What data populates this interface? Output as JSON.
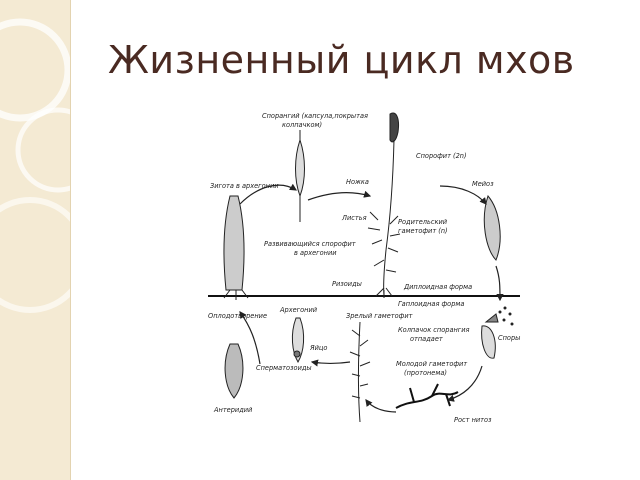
{
  "slide": {
    "title": "Жизненный цикл мхов"
  },
  "colors": {
    "title": "#4a2a22",
    "strip": "#f4ead3",
    "ink": "#222222"
  },
  "diagram": {
    "labels": {
      "sporangium_1": "Спорангий (капсула,покрытая",
      "sporangium_2": "колпачком)",
      "sporophyte": "Спорофит (2n)",
      "zygote": "Зигота в архегонии",
      "stalk": "Ножка",
      "meiosis": "Мейоз",
      "leaves": "Листья",
      "parent_gam_1": "Родительский",
      "parent_gam_2": "гаметофит (n)",
      "dev_spor_1": "Развивающийся спорофит",
      "dev_spor_2": "в архегонии",
      "rhizoids": "Ризоиды",
      "diploid": "Диплоидная форма",
      "haploid": "Гаплоидная форма",
      "fertilization": "Оплодотворение",
      "archegonium": "Архегоний",
      "mature_gam": "Зрелый гаметофит",
      "cap_1": "Колпачок спорангия",
      "cap_2": "отпадает",
      "spores": "Споры",
      "egg": "Яйцо",
      "sperm": "Сперматозоиды",
      "young_gam_1": "Молодой гаметофит",
      "young_gam_2": "(протонема)",
      "antheridium": "Антеридий",
      "growth": "Рост нитоз"
    }
  }
}
